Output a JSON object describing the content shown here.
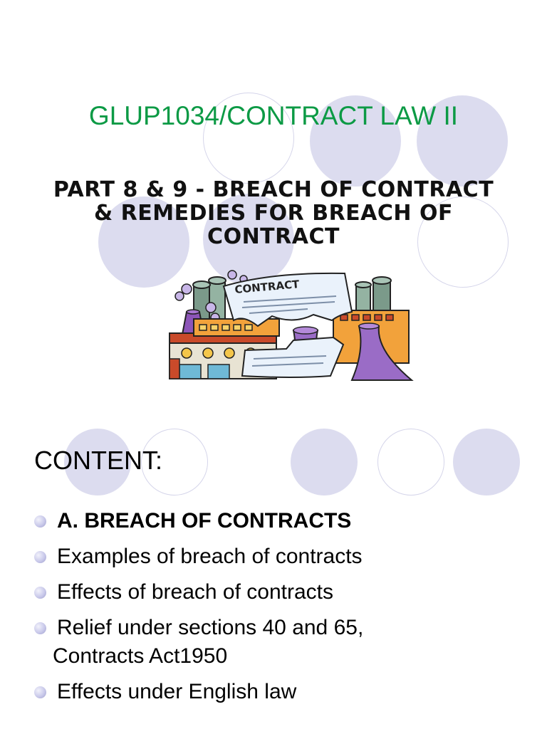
{
  "slide1": {
    "course_title": "GLUP1034/CONTRACT LAW II",
    "part_title": "PART 8 & 9 - BREACH OF CONTRACT & REMEDIES FOR BREACH OF CONTRACT",
    "clipart_text": "CONTRACT"
  },
  "slide2": {
    "heading": "CONTENT:",
    "bullets": [
      {
        "lines": [
          "A. BREACH OF CONTRACTS"
        ],
        "bold": true
      },
      {
        "lines": [
          "Examples of breach of contracts"
        ]
      },
      {
        "lines": [
          "Effects of breach of contracts"
        ]
      },
      {
        "lines": [
          "Relief under sections 40 and 65,",
          "Contracts  Act1950"
        ]
      },
      {
        "lines": [
          "Effects under English law"
        ]
      }
    ]
  },
  "colors": {
    "course_title": "#0c9a45",
    "circle_fill": "#dcdcef",
    "circle_outline": "#d5d5ea",
    "bullet": "#c9c9ea"
  }
}
